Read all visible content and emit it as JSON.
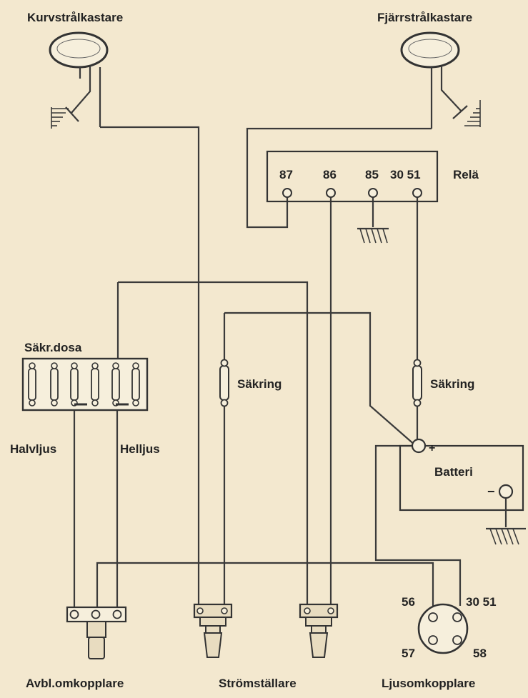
{
  "labels": {
    "left_lamp": "Kurvstrålkastare",
    "right_lamp": "Fjärrstrålkastare",
    "relay": "Relä",
    "relay_pin_87": "87",
    "relay_pin_86": "86",
    "relay_pin_85": "85",
    "relay_pin_30_51": "30 51",
    "fuse_box": "Säkr.dosa",
    "fuse_left": "Säkring",
    "fuse_right": "Säkring",
    "low_beam": "Halvljus",
    "high_beam": "Helljus",
    "battery": "Batteri",
    "battery_plus": "+",
    "battery_minus": "−",
    "dip_switch": "Avbl.omkopplare",
    "power_switch": "Strömställare",
    "light_switch": "Ljusomkopplare",
    "ls_pin_56": "56",
    "ls_pin_30_51": "30 51",
    "ls_pin_57": "57",
    "ls_pin_58": "58"
  },
  "colors": {
    "background": "#f3e8cf",
    "ink": "#2a2a2a"
  }
}
